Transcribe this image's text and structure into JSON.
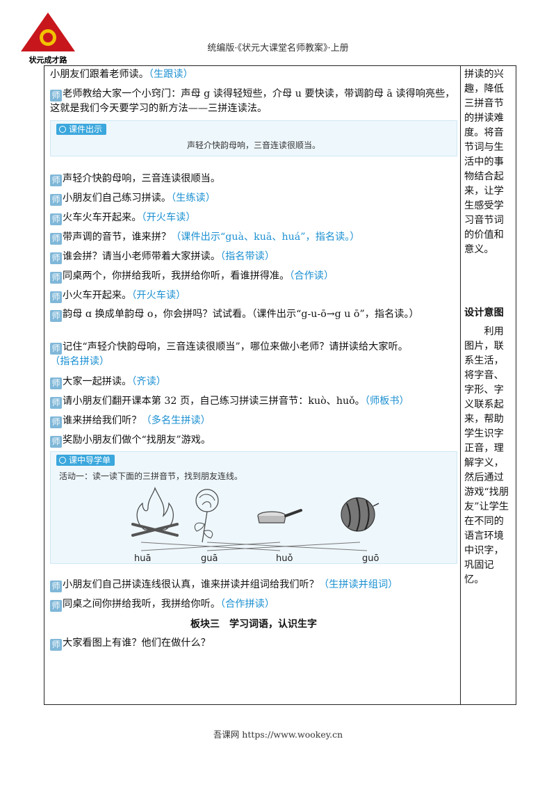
{
  "header": {
    "title": "统编版·《状元大课堂名师教案》·上册",
    "logo_text": "状元成才路"
  },
  "teacher_icon": "师",
  "main": {
    "l01_text": "小朋友们跟着老师读。",
    "l01_hint": "（生跟读）",
    "l02_text": "老师教给大家一个小窍门：声母 g 读得轻短些，介母 u 要快读，带调韵母 ā 读得响亮些，这就是我们今天要学习的新方法——三拼连读法。",
    "box1_label": "课件出示",
    "box1_text": "声轻介快韵母响，三音连读很顺当。",
    "l03_text": "声轻介快韵母响，三音连读很顺当。",
    "l04_text": "小朋友们自己练习拼读。",
    "l04_hint": "（生练读）",
    "l05_text": "火车火车开起来。",
    "l05_hint": "（开火车读）",
    "l06_text": "带声调的音节，谁来拼？",
    "l06_hint": "（课件出示“guà、kuā、huá”，指名读。）",
    "l07_text": "谁会拼？请当小老师带着大家拼读。",
    "l07_hint": "（指名带读）",
    "l08_text": "同桌两个，你拼给我听，我拼给你听，看谁拼得准。",
    "l08_hint": "（合作读）",
    "l09_text": "小火车开起来。",
    "l09_hint": "（开火车读）",
    "l10_text": "韵母 ɑ 换成单韵母 o，你会拼吗？试试看。（课件出示“g-u-ō→g u ō”，指名读。）",
    "l11_text": "记住“声轻介快韵母响，三音连读很顺当”，哪位来做小老师？请拼读给大家听。",
    "l11_hint": "（指名拼读）",
    "l12_text": "大家一起拼读。",
    "l12_hint": "（齐读）",
    "l13_text": "请小朋友们翻开课本第 32 页，自己练习拼读三拼音节：kuò、huǒ。",
    "l13_hint": "（师板书）",
    "l14_text": "谁来拼给我们听？",
    "l14_hint": "（多名生拼读）",
    "l15_text": "奖励小朋友们做个“找朋友”游戏。",
    "box2_label": "课中导学单",
    "box2_text": "活动一：读一读下面的三拼音节，找到朋友连线。",
    "box2_pinyin": [
      "huā",
      "guā",
      "huǒ",
      "guō"
    ],
    "l16_text": "小朋友们自己拼读连线很认真，谁来拼读并组词给我们听？",
    "l16_hint": "（生拼读并组词）",
    "l17_text": "同桌之间你拼给我听，我拼给你听。",
    "l17_hint": "（合作拼读）",
    "section3_title": "板块三　学习词语，认识生字",
    "l18_text": "大家看图上有谁？他们在做什么？"
  },
  "side": {
    "note1": "拼读的兴趣，降低三拼音节的拼读难度。将音节词与生活中的事物结合起来，让学生感受学习音节词的价值和意义。",
    "heading": "设计意图",
    "note2": "利用图片，联系生活，将字音、字形、字义联系起来，帮助学生识字正音，理解字义，然后通过游戏“找朋友”让学生在不同的语言环境中识字，巩固记忆。"
  },
  "footer": {
    "text": "吾课网 https://www.wookey.cn"
  }
}
